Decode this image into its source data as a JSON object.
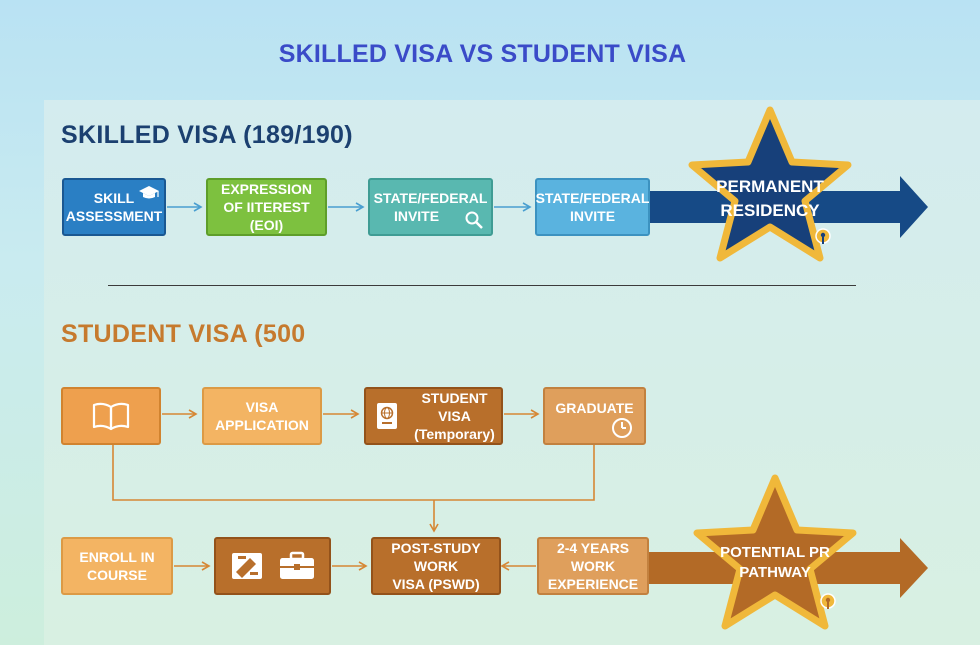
{
  "title": "SKILLED VISA VS STUDENT VISA",
  "skilled": {
    "heading": "SKILLED VISA (189/190)",
    "steps": [
      {
        "line1": "SKILL",
        "line2": "ASSESSMENT",
        "icon": "graduation-cap-icon"
      },
      {
        "line1": "EXPRESSION",
        "line2": "OF IITEREST (EOI)"
      },
      {
        "line1": "STATE/FEDERAL",
        "line2": "INVITE",
        "icon": "magnifier-icon"
      },
      {
        "line1": "STATE/FEDERAL",
        "line2": "INVITE"
      }
    ],
    "goal": {
      "line1": "PERMANENT",
      "line2": "RESIDENCY",
      "icon": "key-icon"
    }
  },
  "student": {
    "heading": "STUDENT VISA (500",
    "row1": [
      {
        "icon": "book-icon"
      },
      {
        "line1": "VISA",
        "line2": "APPLICATION"
      },
      {
        "line1": "STUDENT VISA",
        "line2": "(Temporary)",
        "icon": "passport-icon"
      },
      {
        "line1": "GRADUATE",
        "icon": "clock-icon"
      }
    ],
    "row2": [
      {
        "line1": "ENROLL IN",
        "line2": "COURSE"
      },
      {
        "icons": [
          "ticket-icon",
          "briefcase-icon"
        ]
      },
      {
        "line1": "POST-STUDY WORK",
        "line2": "VISA (PSWD)"
      },
      {
        "line1": "2-4 YEARS WORK",
        "line2": "EXPERIENCE"
      }
    ],
    "goal": {
      "line1": "POTENTIAL PR",
      "line2": "PATHWAY",
      "icon": "key-icon"
    }
  },
  "colors": {
    "title": "#3a4bc8",
    "skilled_heading": "#1b4070",
    "student_heading": "#c67a2e",
    "star_blue": "#17407a",
    "star_gold": "#f0b83a",
    "star_brown": "#b36a26"
  }
}
